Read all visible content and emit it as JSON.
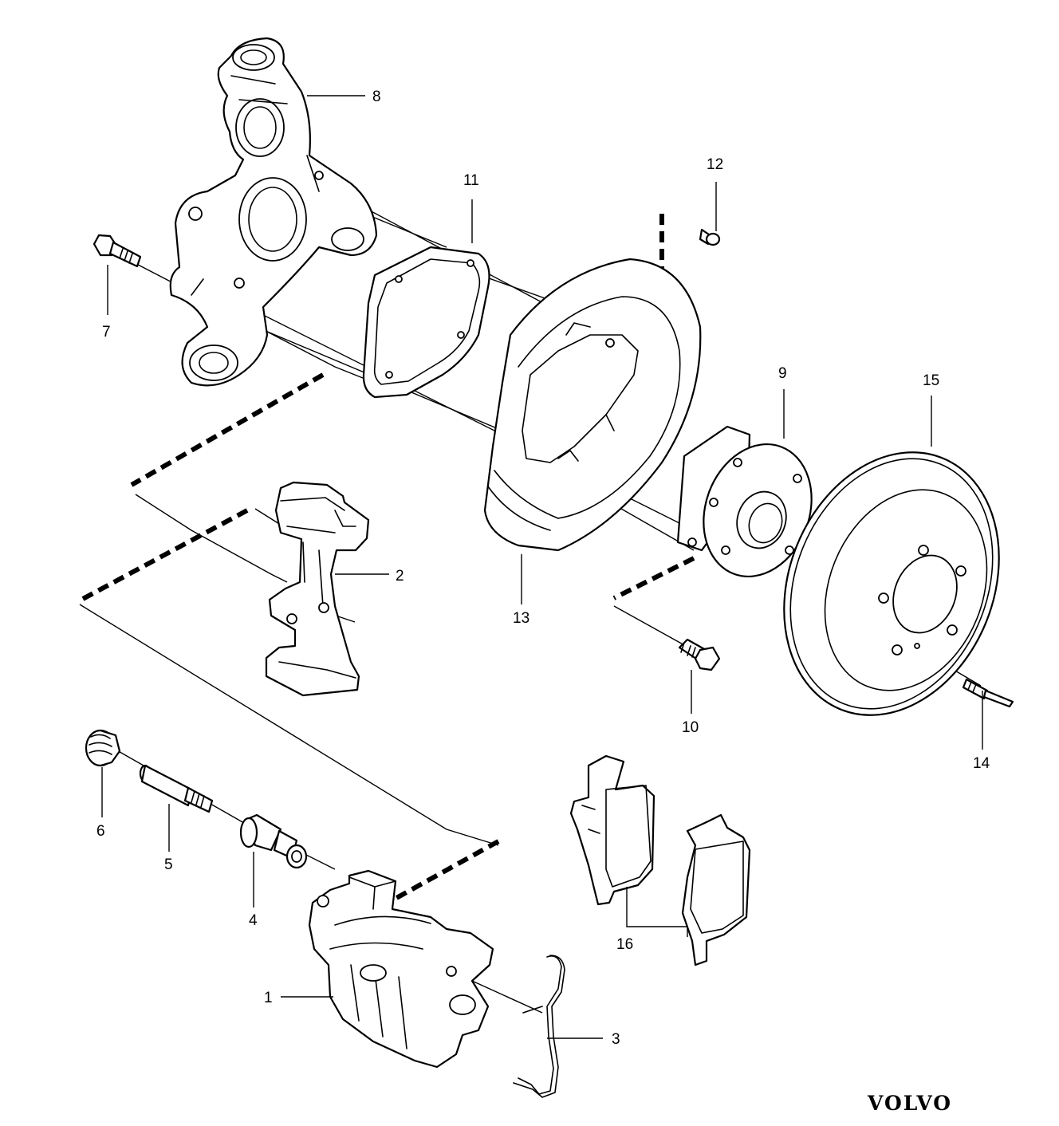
{
  "brand": "VOLVO",
  "callouts": {
    "p1": "1",
    "p2": "2",
    "p3": "3",
    "p4": "4",
    "p5": "5",
    "p6": "6",
    "p7": "7",
    "p8": "8",
    "p9": "9",
    "p10": "10",
    "p11": "11",
    "p12": "12",
    "p13": "13",
    "p14": "14",
    "p15": "15",
    "p16": "16"
  }
}
